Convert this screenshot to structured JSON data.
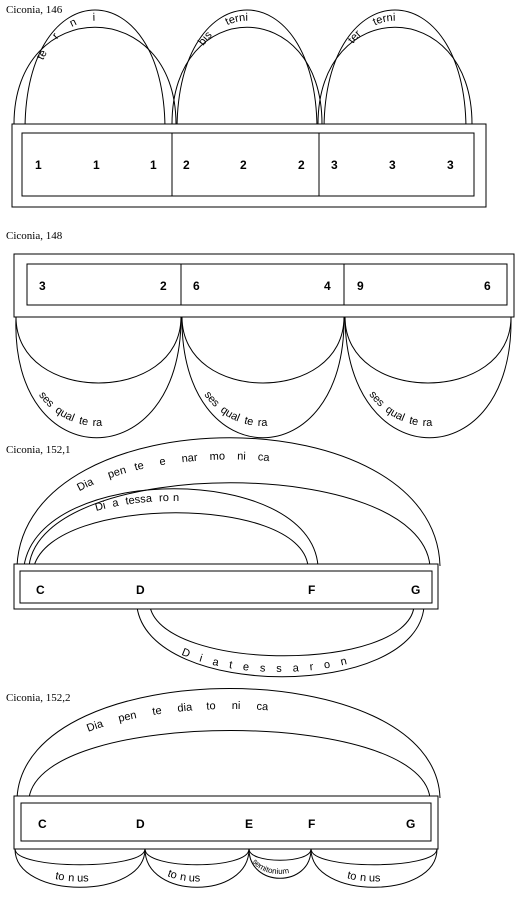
{
  "figures": [
    {
      "label": "Ciconia, 146",
      "cells": [
        "1",
        "1",
        "1",
        "2",
        "2",
        "2",
        "3",
        "3",
        "3"
      ],
      "arcs": [
        [
          "te",
          "r",
          "n",
          "i"
        ],
        [
          "bis",
          "terni"
        ],
        [
          "ter",
          "terni"
        ]
      ]
    },
    {
      "label": "Ciconia, 148",
      "cells": [
        "3",
        "2",
        "6",
        "4",
        "9",
        "6"
      ],
      "arcs": [
        [
          "ses",
          "qual",
          "te",
          "ra"
        ],
        [
          "ses",
          "qual",
          "te",
          "ra"
        ],
        [
          "ses",
          "qual",
          "te",
          "ra"
        ]
      ]
    },
    {
      "label": "Ciconia, 152,1",
      "notes": [
        "C",
        "D",
        "F",
        "G"
      ],
      "arcs": [
        [
          "Dia",
          "pen",
          "te",
          "e",
          "nar",
          "mo",
          "ni",
          "ca"
        ],
        [
          "Di",
          "a",
          "tessa",
          "ro",
          "n"
        ],
        [
          "D",
          "i",
          "a",
          "t",
          "e",
          "s",
          "s",
          "a",
          "r",
          "o",
          "n"
        ]
      ]
    },
    {
      "label": "Ciconia, 152,2",
      "notes": [
        "C",
        "D",
        "E",
        "F",
        "G"
      ],
      "arcs": [
        [
          "Dia",
          "pen",
          "te",
          "dia",
          "to",
          "ni",
          "ca"
        ],
        [
          "to",
          "n",
          "us"
        ],
        [
          "to",
          "n",
          "us"
        ],
        [
          "semitonium"
        ],
        [
          "to",
          "n",
          "us"
        ]
      ]
    }
  ]
}
